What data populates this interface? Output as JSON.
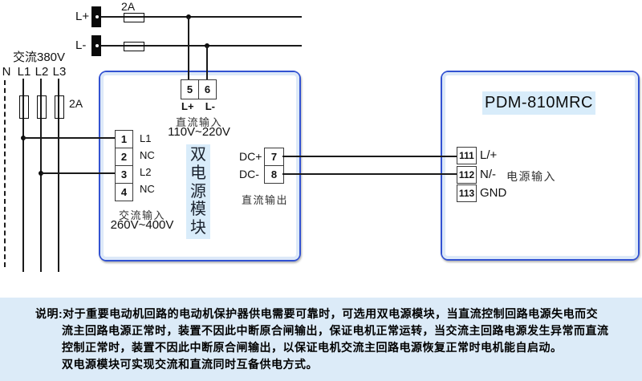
{
  "colors": {
    "box_border": "#3252d2",
    "box_inner_band": "#dde9f8",
    "highlight_bg": "#d9ecfa",
    "note_bg": "#dcebf8",
    "wire": "#1a1a1a"
  },
  "dc_supply": {
    "fuse_rating": "2A",
    "l_plus": "L+",
    "l_minus": "L-"
  },
  "ac_supply": {
    "label": "交流380V",
    "fuse_rating": "2A",
    "phases": [
      "N",
      "L1",
      "L2",
      "L3"
    ]
  },
  "module": {
    "name_chars": [
      "双",
      "电",
      "源",
      "模",
      "块"
    ],
    "dc_in": {
      "terminals": [
        "5",
        "6"
      ],
      "polarity": [
        "L+",
        "L-"
      ],
      "label": "直流输入",
      "range": "110V~220V"
    },
    "ac_in": {
      "terminals": [
        {
          "num": "1",
          "label": "L1"
        },
        {
          "num": "2",
          "label": "NC"
        },
        {
          "num": "3",
          "label": "L2"
        },
        {
          "num": "4",
          "label": "NC"
        }
      ],
      "label": "交流输入",
      "range": "260V~400V"
    },
    "dc_out": {
      "terminals": [
        {
          "polarity": "DC+",
          "num": "7"
        },
        {
          "polarity": "DC-",
          "num": "8"
        }
      ],
      "label": "直流输出"
    }
  },
  "pdm": {
    "title": "PDM-810MRC",
    "terminals": [
      {
        "num": "111",
        "label": "L/+"
      },
      {
        "num": "112",
        "label": "N/-"
      },
      {
        "num": "113",
        "label": "GND"
      }
    ],
    "power_input_label": "电源输入"
  },
  "note": {
    "lines": [
      "说明:对于重要电动机回路的电动机保护器供电需要可靠时，可选用双电源模块，当直流控制回路电源失电而交",
      "流主回路电源正常时，装置不因此中断原合闸输出，保证电机正常运转，当交流主回路电源发生异常而直流",
      "控制正常时，装置不因此中断原合闸输出，以保证电机交流主回路电源恢复正常时电机能自启动。",
      "双电源模块可实现交流和直流同时互备供电方式。"
    ]
  }
}
